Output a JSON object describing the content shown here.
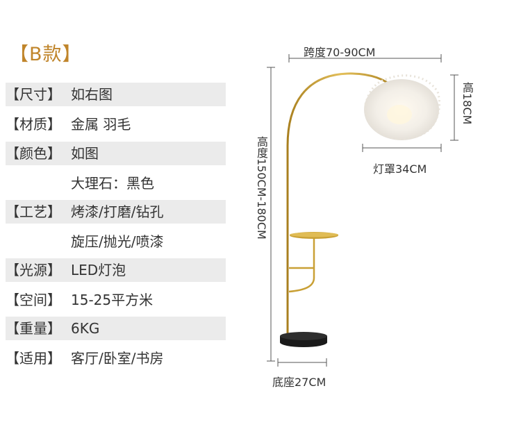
{
  "title": "【B款】",
  "specs": [
    {
      "label": "【尺寸】",
      "value": "如右图",
      "shaded": true
    },
    {
      "label": "【材质】",
      "value": "金属  羽毛",
      "shaded": false
    },
    {
      "label": "【颜色】",
      "value": "如图",
      "shaded": true
    },
    {
      "label": "",
      "value": "大理石：黑色",
      "shaded": false
    },
    {
      "label": "【工艺】",
      "value": "烤漆/打磨/钻孔",
      "shaded": true
    },
    {
      "label": "",
      "value": "旋压/抛光/喷漆",
      "shaded": false
    },
    {
      "label": "【光源】",
      "value": "LED灯泡",
      "shaded": true
    },
    {
      "label": "【空间】",
      "value": "15-25平方米",
      "shaded": false
    },
    {
      "label": "【重量】",
      "value": "6KG",
      "shaded": true
    },
    {
      "label": "【适用】",
      "value": "客厅/卧室/书房",
      "shaded": false
    }
  ],
  "dimensions": {
    "span": "跨度70-90CM",
    "height": "高度150CM-180CM",
    "shade_height": "高18CM",
    "shade_width": "灯罩34CM",
    "base": "底座27CM"
  },
  "colors": {
    "accent": "#c0852b",
    "gold": "#c9a035",
    "row_shade": "#ebebeb",
    "marble": "#1a1a1a"
  }
}
